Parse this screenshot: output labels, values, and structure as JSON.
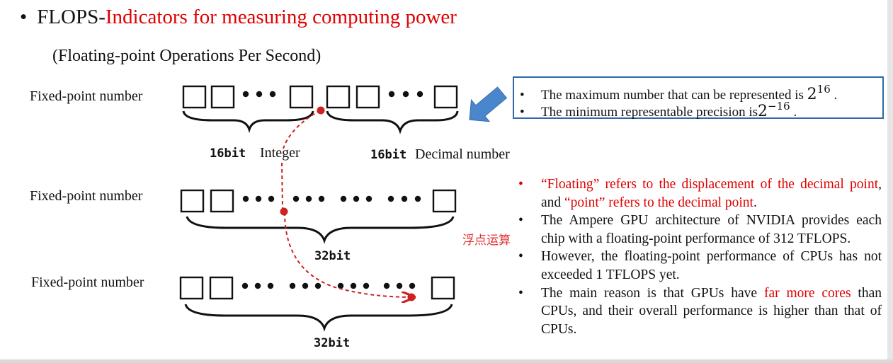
{
  "title": {
    "bullet": "•",
    "prefix": "FLOPS-",
    "highlight": "Indicators for measuring computing power",
    "highlight_color": "#e00000"
  },
  "subtitle": "(Floating-point Operations Per Second)",
  "rows": [
    {
      "label": "Fixed-point number"
    },
    {
      "label": "Fixed-point number"
    },
    {
      "label": "Fixed-point number"
    }
  ],
  "row1": {
    "left_bits": "16bit",
    "left_name": "Integer",
    "right_bits": "16bit",
    "right_name": "Decimal number"
  },
  "row2": {
    "bits": "32bit"
  },
  "row3": {
    "bits": "32bit"
  },
  "chinese_label": "浮点运算",
  "infobox": {
    "item1_text": "The maximum number that can be represented is",
    "item1_base": "2",
    "item1_exp": "16",
    "item1_end": ".",
    "item2_text": "The minimum representable precision is",
    "item2_base": "2",
    "item2_exp": "−16",
    "item2_end": ".",
    "border_color": "#2e6aa8"
  },
  "arrow_color": "#4a86cc",
  "dashed_color": "#cc2222",
  "notes": {
    "n1_a": "“Floating” refers to the displacement of the decimal point",
    "n1_b": ", and ",
    "n1_c": "“point” refers to the decimal point",
    "n1_d": ".",
    "n2": "The Ampere GPU architecture of NVIDIA provides each chip with a floating-point performance of 312 TFLOPS.",
    "n3": "However, the floating-point performance of CPUs has not exceeded 1 TFLOPS yet.",
    "n4_a": "The main reason is that GPUs have ",
    "n4_b": "far more cores",
    "n4_c": " than CPUs, and their overall performance is higher than that of CPUs."
  }
}
